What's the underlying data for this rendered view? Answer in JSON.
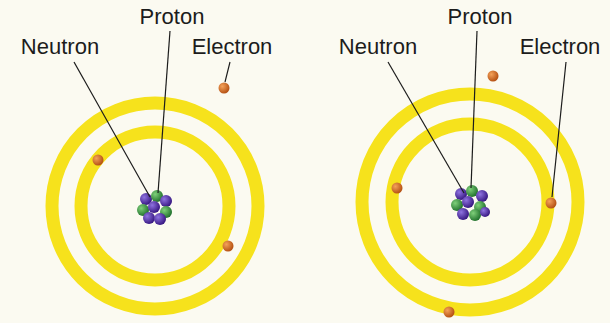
{
  "diagram": {
    "labels": [
      "Neutron",
      "Proton",
      "Electron",
      "Neutron",
      "Proton",
      "Electron"
    ]
  }
}
